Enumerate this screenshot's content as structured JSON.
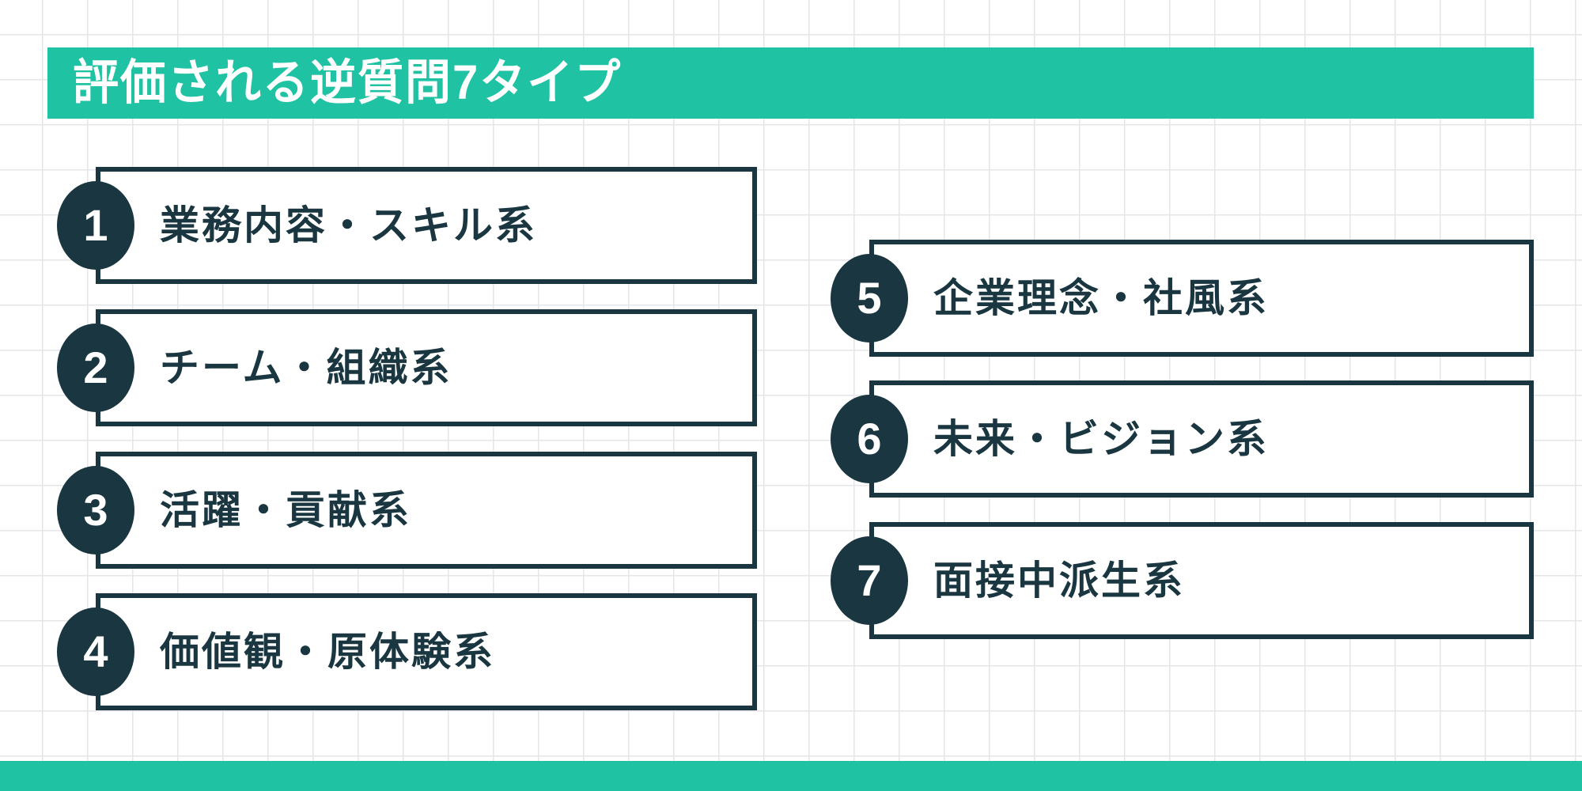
{
  "title": "評価される逆質問7タイプ",
  "colors": {
    "accent_teal": "#1FC2A2",
    "dark_navy_teal": "#1A3640",
    "grid_line": "#E6E6E8",
    "background": "#FFFFFF",
    "text_on_teal": "#FFFFFF"
  },
  "items": [
    {
      "number": "1",
      "label": "業務内容・スキル系",
      "column": "left"
    },
    {
      "number": "2",
      "label": "チーム・組織系",
      "column": "left"
    },
    {
      "number": "3",
      "label": "活躍・貢献系",
      "column": "left"
    },
    {
      "number": "4",
      "label": "価値観・原体験系",
      "column": "left"
    },
    {
      "number": "5",
      "label": "企業理念・社風系",
      "column": "right"
    },
    {
      "number": "6",
      "label": "未来・ビジョン系",
      "column": "right"
    },
    {
      "number": "7",
      "label": "面接中派生系",
      "column": "right"
    }
  ]
}
